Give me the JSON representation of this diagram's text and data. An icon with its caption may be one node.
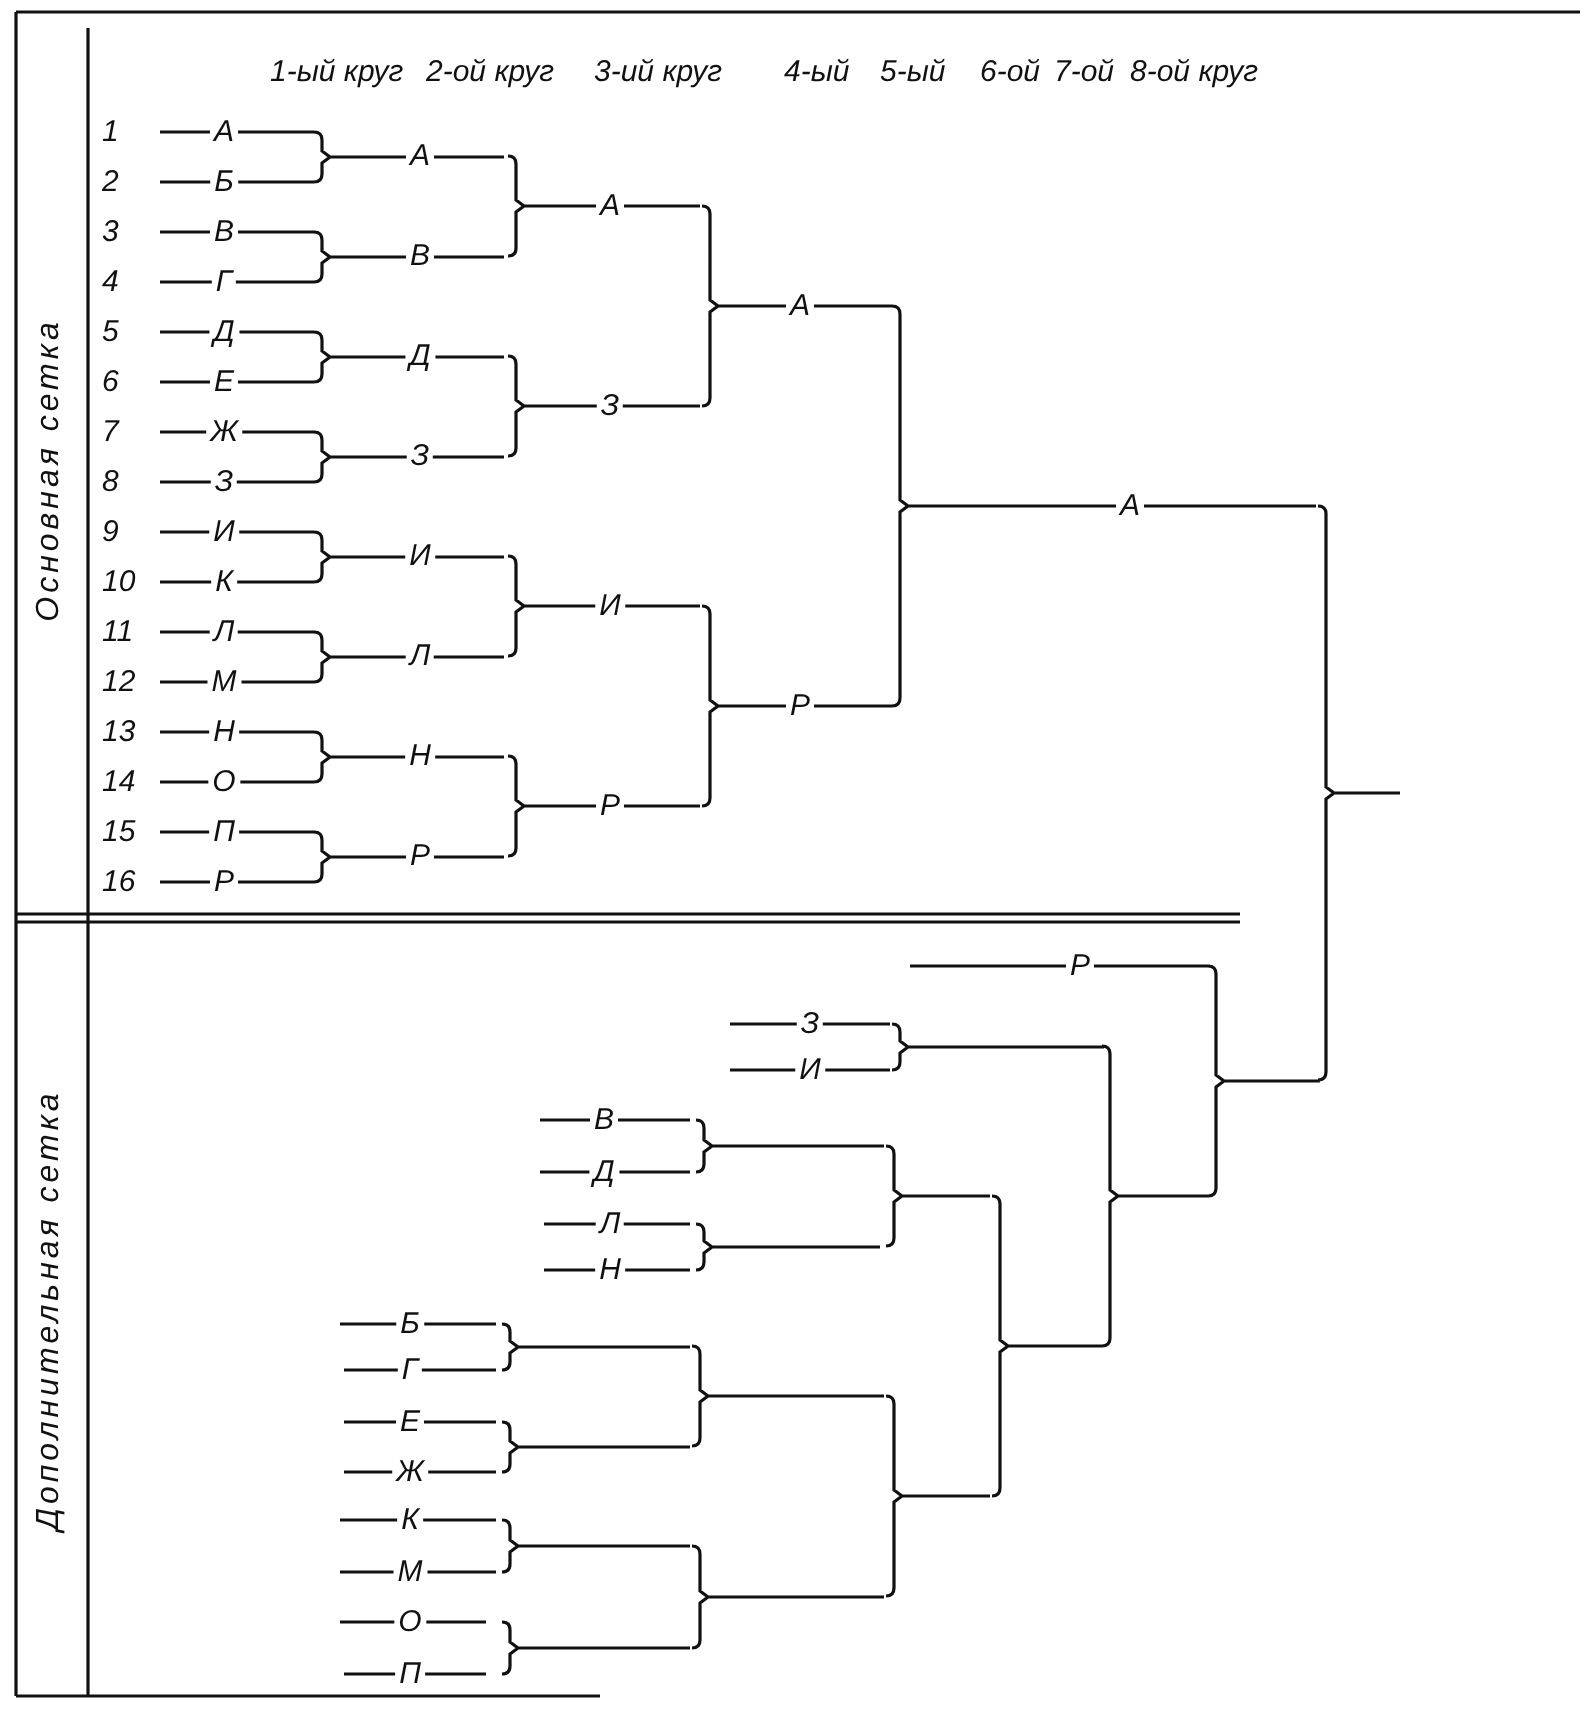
{
  "diagram": {
    "labels": [
      "1-ый круг",
      "2-ой круг",
      "3-ий круг",
      "4-ый",
      "5-ый",
      "6-ой",
      "7-ой",
      "8-ой круг",
      "Основная сетка",
      "1",
      "А",
      "2",
      "Б",
      "3",
      "В",
      "4",
      "Г",
      "5",
      "Д",
      "6",
      "Е",
      "7",
      "Ж",
      "8",
      "З",
      "9",
      "И",
      "10",
      "К",
      "11",
      "Л",
      "12",
      "М",
      "13",
      "Н",
      "14",
      "О",
      "15",
      "П",
      "16",
      "Р",
      "А",
      "В",
      "Д",
      "З",
      "И",
      "Л",
      "Н",
      "Р",
      "А",
      "З",
      "И",
      "Р",
      "А",
      "Р",
      "А",
      "Дополнительная сетка",
      "Р",
      "З",
      "И",
      "В",
      "Д",
      "Л",
      "Н",
      "Б",
      "Г",
      "Е",
      "Ж",
      "К",
      "М",
      "О",
      "П"
    ]
  }
}
